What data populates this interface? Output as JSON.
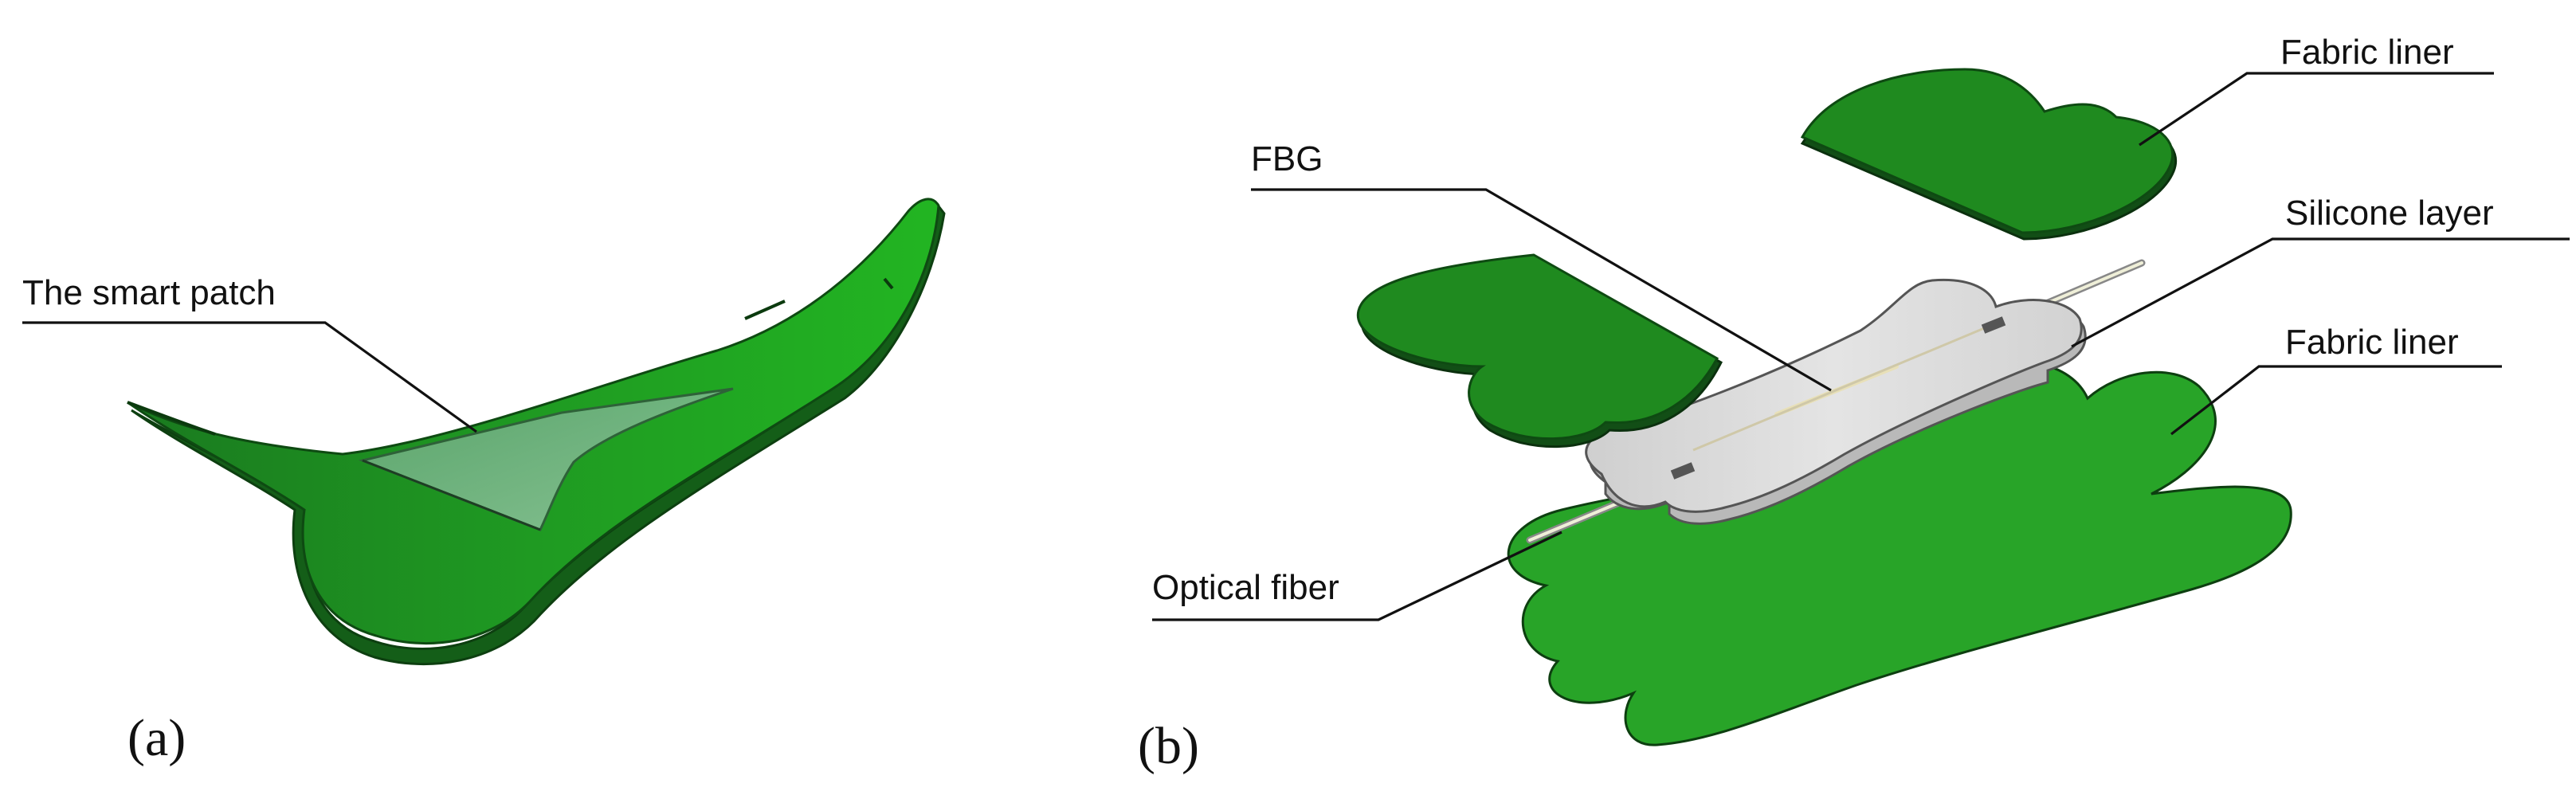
{
  "panel_a": {
    "tag": "(a)",
    "callout": "The smart patch"
  },
  "panel_b": {
    "tag": "(b)",
    "callouts": {
      "fabric_liner_top": "Fabric liner",
      "fbg": "FBG",
      "silicone_layer": "Silicone layer",
      "fabric_liner_bottom": "Fabric liner",
      "optical_fiber": "Optical fiber"
    }
  },
  "colors": {
    "fabric_green": "#1f9e1f",
    "fabric_green_dark": "#17691b",
    "fabric_edge": "#0f3f12",
    "silicone": "#d7d7d7",
    "patch_window": "#78b286"
  }
}
